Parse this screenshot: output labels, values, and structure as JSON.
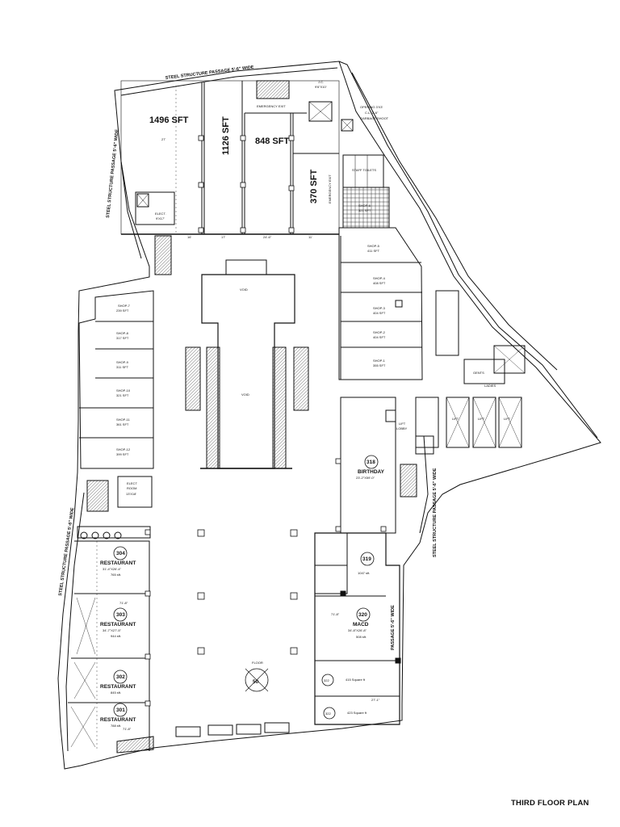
{
  "title": "THIRD FLOOR PLAN",
  "passages": {
    "top": "STEEL STRUCTURE PASSAGE 5'-6\" WIDE",
    "left_upper": "STEEL STRUCTURE PASSAGE 5'-6\" WIDE",
    "left_lower": "STEEL STRUCTURE PASSAGE 5'-6\" WIDE",
    "right": "STEEL STRUCTURE PASSAGE 5'-6\" WIDE",
    "right_lower": "PASSAGE 5'-6\" WIDE"
  },
  "top_units": {
    "u1496": "1496 SFT",
    "u1126": "1126 SFT",
    "u848": "848 SFT",
    "u370": "370 SFT",
    "dim_27": "27'",
    "dim_16": "16'",
    "dim_17": "17'",
    "dim_24_6": "24'-6\"",
    "dim_11": "11'"
  },
  "labels": {
    "emergency_exit": "EMERGENCY EXIT",
    "emergency_exit_v": "EMERGENCY EXIT",
    "jc": "J.C.",
    "jc_dim": "9'6\"X10'",
    "opening": "OPENING 3'X3'",
    "cl": "C.L. 2'-6\"",
    "garbage": "GARBAGE SHOOT",
    "staff_toilets": "STAFF TOILETS",
    "elect": "ELECT.",
    "elect_dim": "9'X17'",
    "void1": "VOID",
    "void2": "VOID",
    "elect_room": "ELECT",
    "elect_room2": "ROOM",
    "elect_room_dim": "13'X18'",
    "lift_lobby": "LIFT",
    "lift_lobby2": "LOBBY",
    "gents": "GENTS",
    "ladies": "LADIES",
    "floor_no": "FLOOR",
    "lift": "LIFT"
  },
  "shops_right": [
    {
      "name": "SHOP-5",
      "area": "411 SFT"
    },
    {
      "name": "SHOP-4",
      "area": "408 SFT"
    },
    {
      "name": "SHOP-3",
      "area": "404 SFT"
    },
    {
      "name": "SHOP-2",
      "area": "404 SFT"
    },
    {
      "name": "SHOP-1",
      "area": "355 SFT"
    }
  ],
  "shop6_partial": {
    "name": "SHOP-6",
    "area": "321 SFT"
  },
  "shops_left": [
    {
      "name": "SHOP-7",
      "area": "239 SFT"
    },
    {
      "name": "SHOP-8",
      "area": "317 SFT"
    },
    {
      "name": "SHOP-9",
      "area": "311 SFT"
    },
    {
      "name": "SHOP-10",
      "area": "321 SFT"
    },
    {
      "name": "SHOP-11",
      "area": "361 SFT"
    },
    {
      "name": "SHOP-12",
      "area": "399 SFT"
    }
  ],
  "restaurants": [
    {
      "no": "304",
      "name": "RESTAURANT",
      "dim": "31'-4\"X26'-4\"",
      "area": "765 sft."
    },
    {
      "no": "303",
      "name": "RESTAURANT",
      "dim": "34'-7\"X27'-5\"",
      "area": "944 sft."
    },
    {
      "no": "302",
      "name": "RESTAURANT",
      "area": "845 sft."
    },
    {
      "no": "301",
      "name": "RESTAURANT",
      "area": "788 sft."
    }
  ],
  "right_units": {
    "u318_no": "318",
    "u318_name": "BIRTHDAY",
    "u318_dim": "23'-2\"X59'-0\"",
    "u319_no": "319",
    "u319_area": "1047 sft.",
    "u320_no": "320",
    "u320_name": "MACD",
    "u320_dim": "34'-8\"X26'-8\"",
    "u320_area": "508 sft.",
    "u322a_no": "322",
    "u322a_area": "415 Square ft",
    "u322b_no": "322",
    "u322b_area": "423 Square ft",
    "dim_27_1": "27'-1\"",
    "dim_71_8": "71'-8\"",
    "dim_71_8b": "71'-8\"",
    "dim_71_8c": "71'-8\""
  },
  "center_marker": "50"
}
